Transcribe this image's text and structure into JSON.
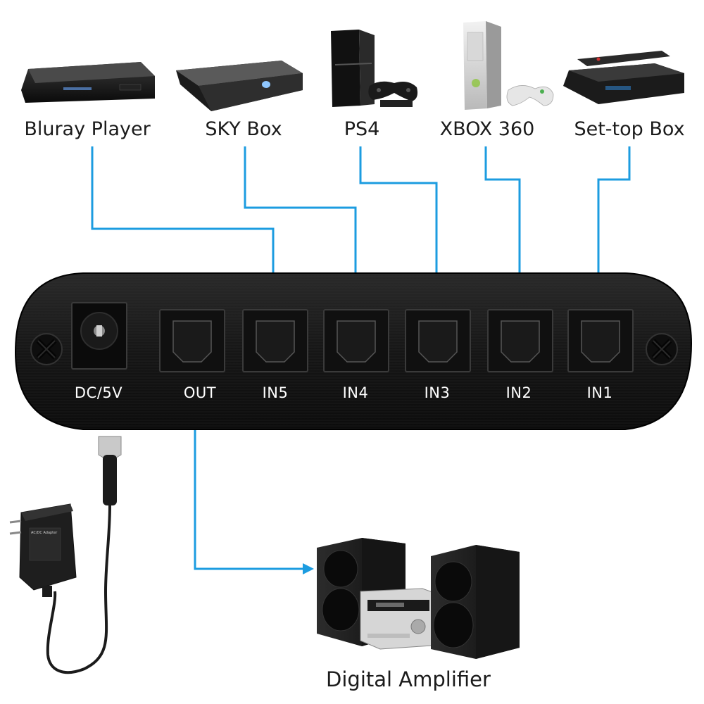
{
  "devices": [
    {
      "id": "bluray",
      "label": "Bluray Player",
      "port": "IN5"
    },
    {
      "id": "sky",
      "label": "SKY Box",
      "port": "IN4"
    },
    {
      "id": "ps4",
      "label": "PS4",
      "port": "IN3"
    },
    {
      "id": "xbox",
      "label": "XBOX 360",
      "port": "IN2"
    },
    {
      "id": "settop",
      "label": "Set-top Box",
      "port": "IN1"
    }
  ],
  "switch": {
    "ports": {
      "dc": "DC/5V",
      "out": "OUT",
      "in5": "IN5",
      "in4": "IN4",
      "in3": "IN3",
      "in2": "IN2",
      "in1": "IN1"
    }
  },
  "amplifier": {
    "label": "Digital Amplifier"
  },
  "adapter": {
    "sticker_title": "AC/DC Adapter"
  },
  "colors": {
    "connector": "#1c9ce0",
    "housing": "#1e1e1e",
    "text": "#1b1b1b"
  }
}
